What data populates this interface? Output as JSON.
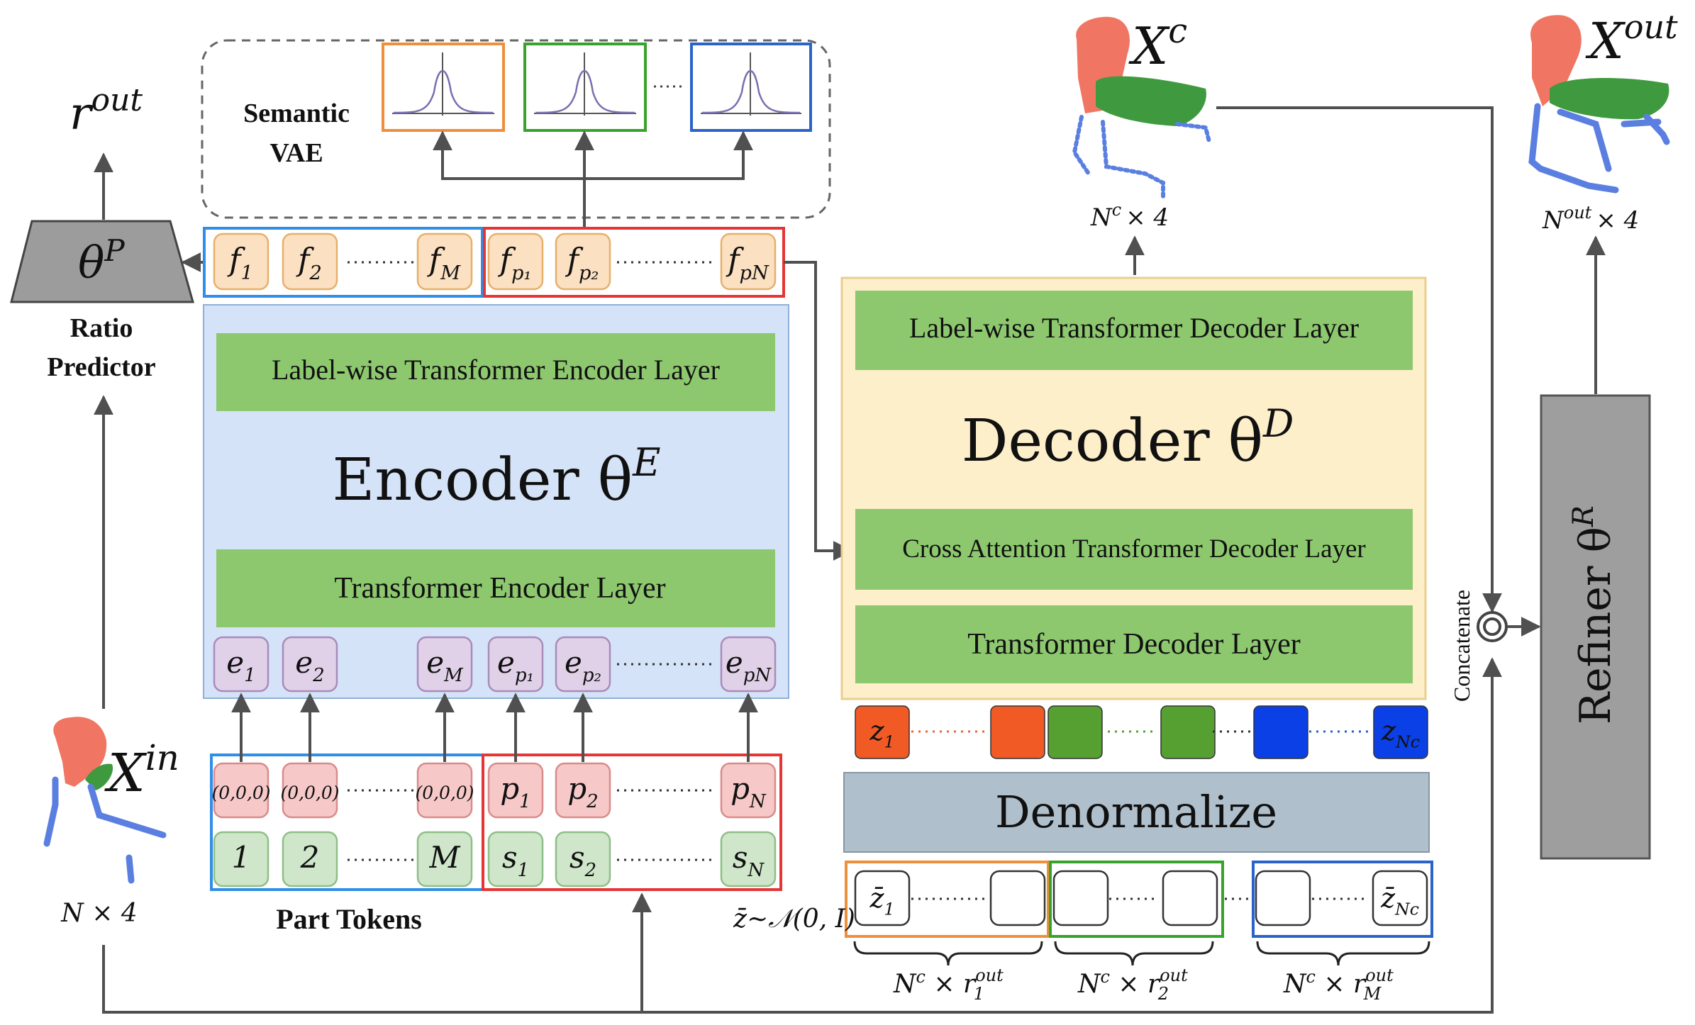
{
  "colors": {
    "encoder_bg": "#d4e3f7",
    "decoder_bg": "#fdefc9",
    "layer_green": "#8dc86f",
    "token_orange": "#fbe0c2",
    "token_purple": "#e1d1e8",
    "token_pink": "#f6c8c8",
    "token_green": "#cfe6ca",
    "group_blue": "#2f8ee8",
    "group_red": "#e53535",
    "vae_orange": "#ee8f3b",
    "vae_green": "#38a32a",
    "vae_blue": "#2a64c8",
    "latent_orange": "#f15a24",
    "latent_green": "#56a031",
    "latent_blue": "#0b40e6",
    "denormalize_bg": "#afbfcc",
    "refiner_bg": "#9e9e9e",
    "ratio_predictor_bg": "#9c9c9c",
    "arrow": "#505050"
  },
  "labels": {
    "r_out": "r",
    "r_out_sup": "out",
    "theta_p": "θ",
    "theta_p_sup": "P",
    "ratio_predictor_1": "Ratio",
    "ratio_predictor_2": "Predictor",
    "semantic_1": "Semantic",
    "semantic_2": "VAE",
    "encoder_title": "Encoder θ",
    "encoder_sup": "E",
    "label_wise_encoder": "Label-wise Transformer Encoder Layer",
    "transformer_encoder": "Transformer Encoder Layer",
    "decoder_title": "Decoder θ",
    "decoder_sup": "D",
    "label_wise_decoder": "Label-wise Transformer Decoder Layer",
    "cross_attention": "Cross Attention Transformer Decoder Layer",
    "transformer_decoder": "Transformer Decoder Layer",
    "denormalize": "Denormalize",
    "refiner": "Refiner θ",
    "refiner_sup": "R",
    "concatenate": "Concatenate",
    "part_tokens": "Part Tokens",
    "x_in": "X",
    "x_in_sup": "in",
    "n_by_4": "N × 4",
    "x_c": "X",
    "x_c_sup": "c",
    "nc_by_4_a": "N",
    "nc_by_4_sup": "c",
    "nc_by_4_b": "× 4",
    "x_out": "X",
    "x_out_sup": "out",
    "nout_by_4_a": "N",
    "nout_by_4_sup": "out",
    "nout_by_4_b": "× 4",
    "prior": "z̄∼𝒩(0, I)"
  },
  "feature_tokens": [
    {
      "main": "f",
      "sub": "1"
    },
    {
      "main": "f",
      "sub": "2"
    },
    {
      "main": "f",
      "sub": "M"
    },
    {
      "main": "f",
      "sub": "p₁"
    },
    {
      "main": "f",
      "sub": "p₂"
    },
    {
      "main": "f",
      "sub": "pN"
    }
  ],
  "embedding_tokens": [
    {
      "main": "e",
      "sub": "1"
    },
    {
      "main": "e",
      "sub": "2"
    },
    {
      "main": "e",
      "sub": "M"
    },
    {
      "main": "e",
      "sub": "p₁"
    },
    {
      "main": "e",
      "sub": "p₂"
    },
    {
      "main": "e",
      "sub": "pN"
    }
  ],
  "position_tokens": [
    {
      "main": "(0,0,0)",
      "sub": ""
    },
    {
      "main": "(0,0,0)",
      "sub": ""
    },
    {
      "main": "(0,0,0)",
      "sub": ""
    },
    {
      "main": "p",
      "sub": "1"
    },
    {
      "main": "p",
      "sub": "2"
    },
    {
      "main": "p",
      "sub": "N"
    }
  ],
  "label_tokens": [
    {
      "main": "1",
      "sub": ""
    },
    {
      "main": "2",
      "sub": ""
    },
    {
      "main": "M",
      "sub": ""
    },
    {
      "main": "s",
      "sub": "1"
    },
    {
      "main": "s",
      "sub": "2"
    },
    {
      "main": "s",
      "sub": "N"
    }
  ],
  "latents": {
    "first": {
      "main": "z",
      "sub": "1"
    },
    "last": {
      "main": "z",
      "sub": "Nc"
    }
  },
  "noise": {
    "first": {
      "main": "z̄",
      "sub": "1"
    },
    "last": {
      "main": "z̄",
      "sub": "Nc"
    }
  },
  "braces": [
    {
      "a": "N",
      "sup": "c",
      "b": " × r",
      "sub_sup": "out",
      "sub": "1"
    },
    {
      "a": "N",
      "sup": "c",
      "b": " × r",
      "sub_sup": "out",
      "sub": "2"
    },
    {
      "a": "N",
      "sup": "c",
      "b": " × r",
      "sub_sup": "out",
      "sub": "M"
    }
  ]
}
